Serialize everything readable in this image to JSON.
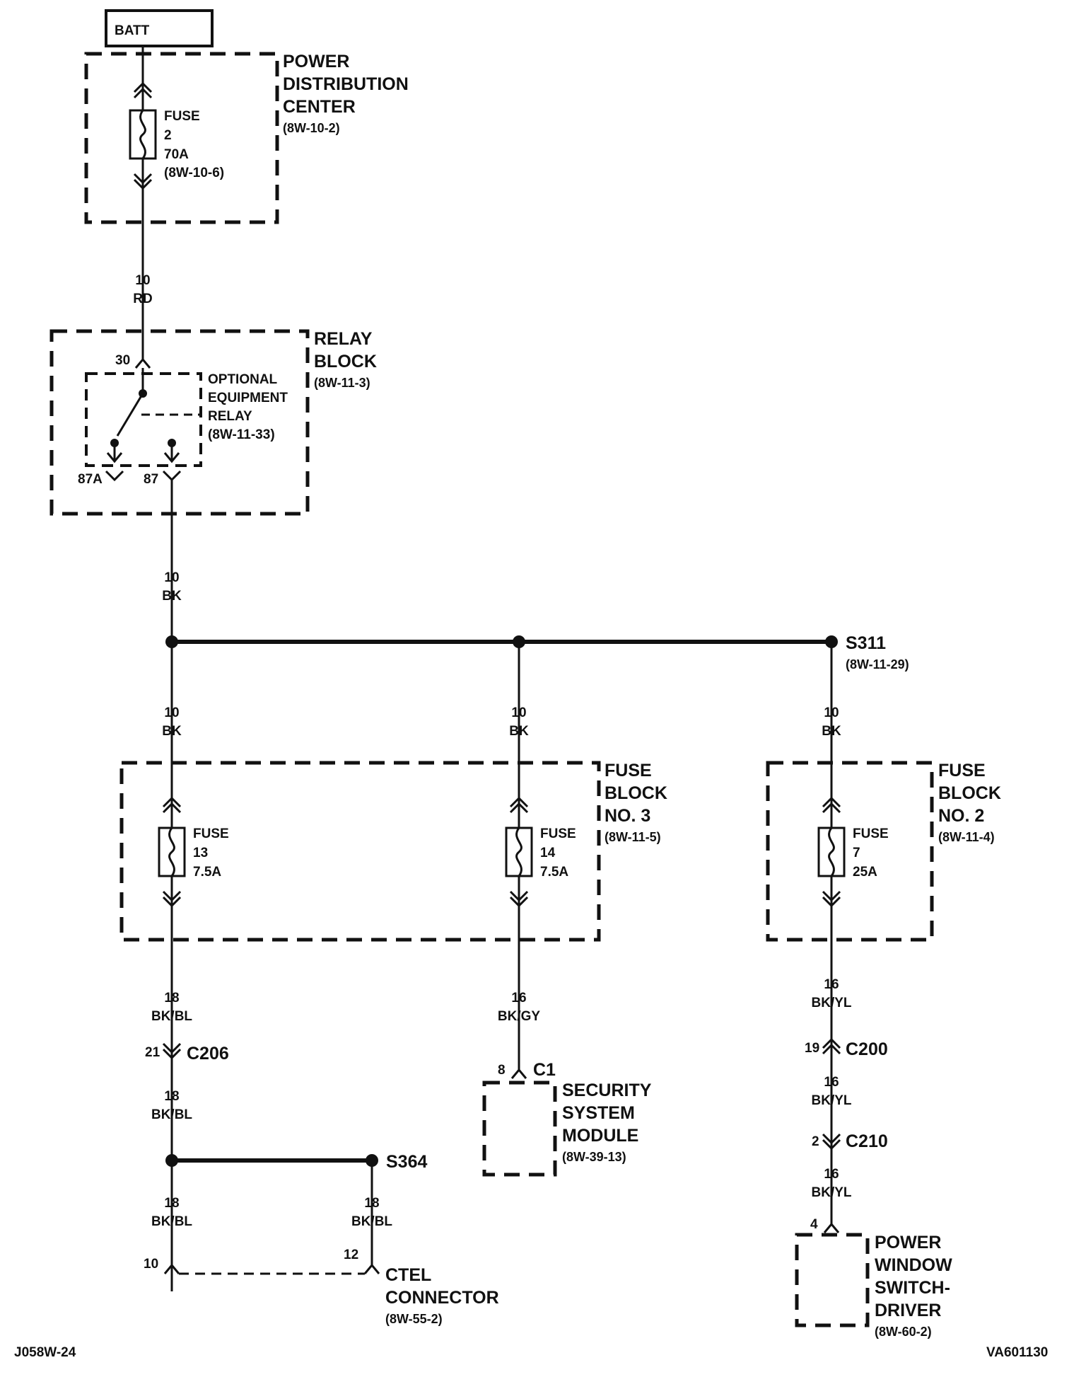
{
  "batt": "BATT",
  "pdc": {
    "title_lines": [
      "POWER",
      "DISTRIBUTION",
      "CENTER"
    ],
    "ref": "(8W-10-2)"
  },
  "fuse_pdc": {
    "lines": [
      "FUSE",
      "2",
      "70A",
      "(8W-10-6)"
    ]
  },
  "wire_rd": {
    "gauge": "10",
    "color": "RD"
  },
  "relay_block": {
    "title_lines": [
      "RELAY",
      "BLOCK"
    ],
    "ref": "(8W-11-3)"
  },
  "relay": {
    "lines": [
      "OPTIONAL",
      "EQUIPMENT",
      "RELAY",
      "(8W-11-33)"
    ],
    "pin_30": "30",
    "pin_87a": "87A",
    "pin_87": "87"
  },
  "wire_bk_main": {
    "gauge": "10",
    "color": "BK"
  },
  "splice_s311": {
    "name": "S311",
    "ref": "(8W-11-29)"
  },
  "wire_bk_1": {
    "gauge": "10",
    "color": "BK"
  },
  "wire_bk_2": {
    "gauge": "10",
    "color": "BK"
  },
  "wire_bk_3": {
    "gauge": "10",
    "color": "BK"
  },
  "fuse_block_3": {
    "title_lines": [
      "FUSE",
      "BLOCK",
      "NO. 3"
    ],
    "ref": "(8W-11-5)"
  },
  "fuse_13": {
    "lines": [
      "FUSE",
      "13",
      "7.5A"
    ]
  },
  "fuse_14": {
    "lines": [
      "FUSE",
      "14",
      "7.5A"
    ]
  },
  "fuse_block_2": {
    "title_lines": [
      "FUSE",
      "BLOCK",
      "NO. 2"
    ],
    "ref": "(8W-11-4)"
  },
  "fuse_7": {
    "lines": [
      "FUSE",
      "7",
      "25A"
    ]
  },
  "wire_bkbl_1": {
    "gauge": "18",
    "color": "BK/BL"
  },
  "c206": {
    "pin": "21",
    "name": "C206"
  },
  "wire_bkbl_2": {
    "gauge": "18",
    "color": "BK/BL"
  },
  "splice_s364": {
    "name": "S364"
  },
  "wire_bkbl_3": {
    "gauge": "18",
    "color": "BK/BL"
  },
  "wire_bkbl_4": {
    "gauge": "18",
    "color": "BK/BL"
  },
  "ctel": {
    "pin_a": "10",
    "pin_b": "12",
    "title_lines": [
      "CTEL",
      "CONNECTOR"
    ],
    "ref": "(8W-55-2)"
  },
  "wire_bkgy": {
    "gauge": "16",
    "color": "BK/GY"
  },
  "ssm": {
    "pin": "8",
    "connector": "C1",
    "title_lines": [
      "SECURITY",
      "SYSTEM",
      "MODULE"
    ],
    "ref": "(8W-39-13)"
  },
  "wire_bkyl_1": {
    "gauge": "16",
    "color": "BK/YL"
  },
  "c200": {
    "pin": "19",
    "name": "C200"
  },
  "wire_bkyl_2": {
    "gauge": "16",
    "color": "BK/YL"
  },
  "c210": {
    "pin": "2",
    "name": "C210"
  },
  "wire_bkyl_3": {
    "gauge": "16",
    "color": "BK/YL"
  },
  "pwsd": {
    "pin": "4",
    "title_lines": [
      "POWER",
      "WINDOW",
      "SWITCH-",
      "DRIVER"
    ],
    "ref": "(8W-60-2)"
  },
  "footer": {
    "left": "J058W-24",
    "right": "VA601130"
  }
}
